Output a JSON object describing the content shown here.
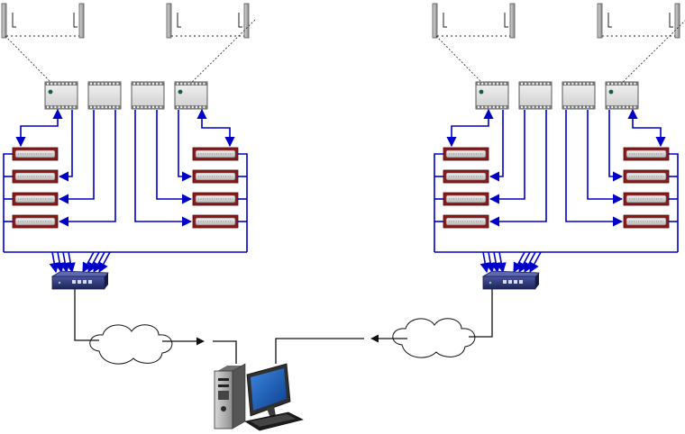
{
  "colors": {
    "background": "#ffffff",
    "link_blue": "#0000c8",
    "line_black": "#111111",
    "panel_red": "#8c1a1a",
    "module_gray": "#e4e4e4",
    "switch_navy": "#2a3370",
    "screen_blue": "#1f5fb8"
  },
  "icons": [
    "antenna-panel-icon",
    "io-module-icon",
    "serial-device-icon",
    "network-switch-icon",
    "cloud-icon",
    "desktop-computer-icon"
  ],
  "sites": {
    "count": 2,
    "antenna_panels_per_site": 4,
    "modules_per_site": 4,
    "devices_per_column": 4,
    "switch_uplinks": 8
  },
  "clouds": 2,
  "computers": 1
}
